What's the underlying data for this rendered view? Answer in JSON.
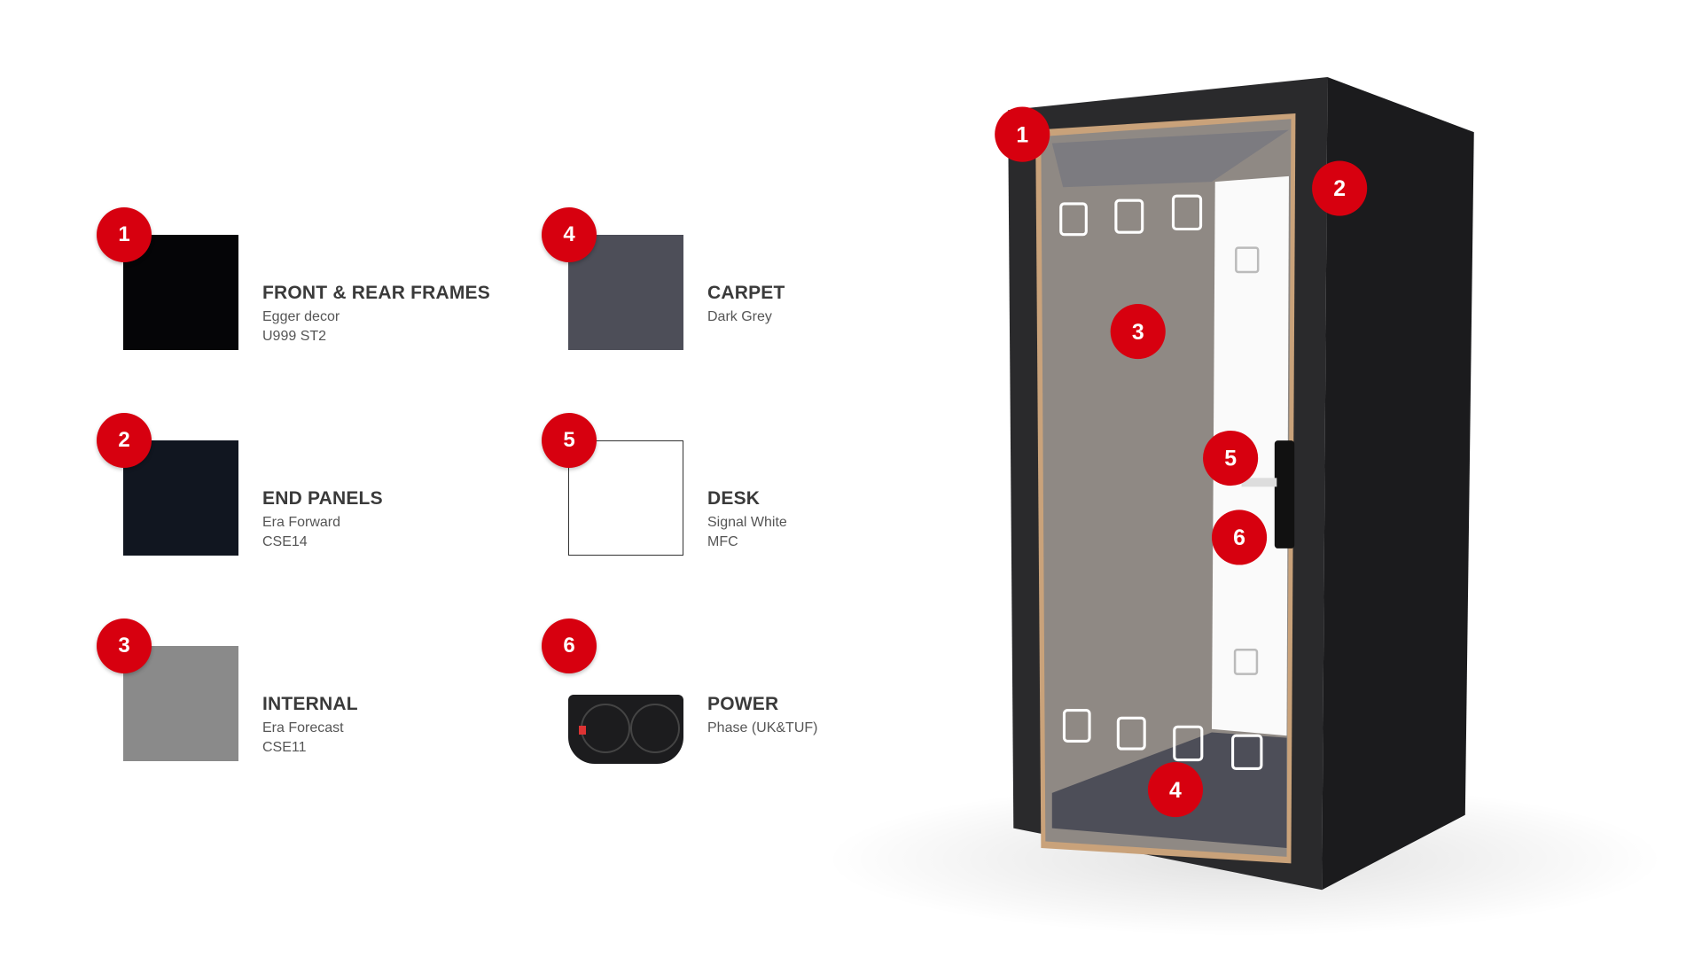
{
  "items": [
    {
      "number": "1",
      "title": "FRONT & REAR FRAMES",
      "line1": "Egger decor",
      "line2": "U999 ST2",
      "color": "#050507"
    },
    {
      "number": "2",
      "title": "END PANELS",
      "line1": "Era Forward",
      "line2": "CSE14",
      "color": "#111620"
    },
    {
      "number": "3",
      "title": "INTERNAL",
      "line1": "Era Forecast",
      "line2": "CSE11",
      "color": "#8a8a8a"
    },
    {
      "number": "4",
      "title": "CARPET",
      "line1": "Dark Grey",
      "line2": "",
      "color": "#4d4e58"
    },
    {
      "number": "5",
      "title": "DESK",
      "line1": "Signal White",
      "line2": "MFC",
      "color": "#ffffff"
    },
    {
      "number": "6",
      "title": "POWER",
      "line1": "Phase (UK&TUF)",
      "line2": "",
      "color": "#1c1c1e"
    }
  ],
  "booth_markers": [
    "1",
    "2",
    "3",
    "4",
    "5",
    "6"
  ],
  "accent": "#d7000f"
}
